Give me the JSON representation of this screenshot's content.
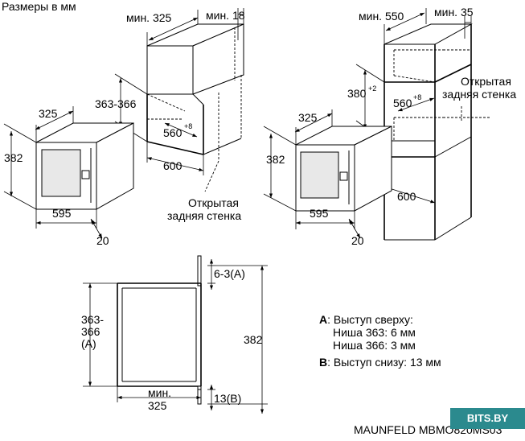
{
  "title": "Размеры в мм",
  "top_left": {
    "niche": {
      "min_depth": "мин. 325",
      "min_gap": "мин. 18",
      "height_range": "363-366",
      "width": "560",
      "width_tol": "+8",
      "cabinet_width": "600",
      "open_back": [
        "Открытая",
        "задняя стенка"
      ]
    },
    "appliance": {
      "depth": "325",
      "height": "382",
      "width": "595",
      "front": "20"
    }
  },
  "top_right": {
    "niche": {
      "min_depth": "мин. 550",
      "min_gap": "мин. 35",
      "height": "380",
      "height_tol": "+2",
      "width": "560",
      "width_tol": "+8",
      "cabinet_width": "600",
      "open_back": [
        "Открытая",
        "задняя стенка"
      ]
    },
    "appliance": {
      "depth": "325",
      "height": "382",
      "width": "595",
      "front": "20"
    }
  },
  "side_view": {
    "top_offset": "6-3(A)",
    "niche_height": [
      "363-",
      "366",
      "(A)"
    ],
    "total_height": "382",
    "bottom_offset": "13(B)",
    "min_depth": [
      "мин.",
      "325"
    ]
  },
  "legend": {
    "a_key": "A",
    "a_text": ": Выступ сверху:",
    "a_line1": "Ниша 363: 6 мм",
    "a_line2": "Ниша 366: 3 мм",
    "b_key": "B",
    "b_text": ": Выступ снизу: 13 мм"
  },
  "model": "MAUNFELD MBMO820MS03",
  "watermark": "BITS.BY"
}
